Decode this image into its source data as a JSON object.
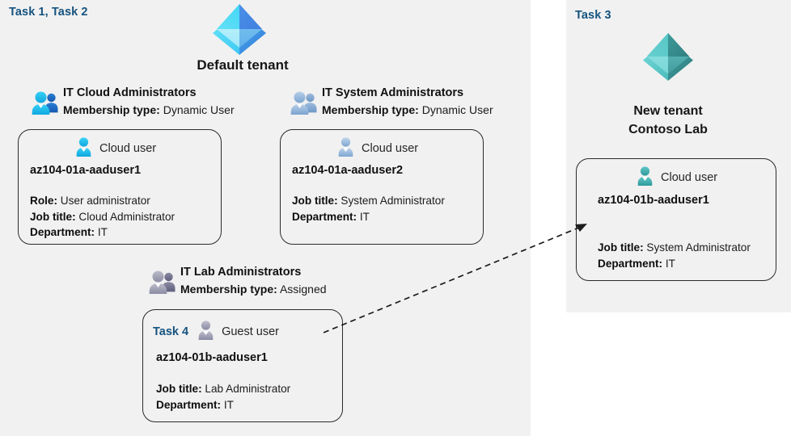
{
  "panels": {
    "left": {
      "task_label": "Task 1, Task 2"
    },
    "right": {
      "task_label": "Task 3"
    }
  },
  "tenants": [
    {
      "name": "default-tenant",
      "title": "Default tenant",
      "icon": "azure-ad-tenant-icon",
      "color": "#38b6f0"
    },
    {
      "name": "new-tenant",
      "title": "New  tenant\nContoso Lab",
      "title_line1": "New  tenant",
      "title_line2": "Contoso Lab",
      "icon": "azure-ad-tenant-icon",
      "color": "#4cb8b8"
    }
  ],
  "groups": [
    {
      "id": "it-cloud-administrators",
      "name": "IT Cloud Administrators",
      "membership_label": "Membership type:",
      "membership_value": "Dynamic User",
      "icon": "group-users-icon",
      "icon_color": "#29c2f0"
    },
    {
      "id": "it-system-administrators",
      "name": "IT System Administrators",
      "membership_label": "Membership type:",
      "membership_value": "Dynamic User",
      "icon": "group-users-icon",
      "icon_color": "#9bbbdd"
    },
    {
      "id": "it-lab-administrators",
      "name": "IT Lab Administrators",
      "membership_label": "Membership type:",
      "membership_value": "Assigned",
      "icon": "group-users-icon",
      "icon_color": "#9a9aae"
    }
  ],
  "users": [
    {
      "id": "az104-01a-aaduser1",
      "task_tag": "",
      "kind": "Cloud user",
      "icon": "cloud-user-icon",
      "icon_color": "#29c2f0",
      "username": "az104-01a-aaduser1",
      "attrs": [
        {
          "label": "Role:",
          "value": "User administrator"
        },
        {
          "label": "Job title:",
          "value": "Cloud Administrator"
        },
        {
          "label": "Department:",
          "value": "IT"
        }
      ]
    },
    {
      "id": "az104-01a-aaduser2",
      "task_tag": "",
      "kind": "Cloud user",
      "icon": "cloud-user-icon",
      "icon_color": "#9bbbdd",
      "username": "az104-01a-aaduser2",
      "attrs": [
        {
          "label": "Job title:",
          "value": "System Administrator"
        },
        {
          "label": "Department:",
          "value": "IT"
        }
      ]
    },
    {
      "id": "az104-01b-aaduser1-guest",
      "task_tag": "Task 4",
      "kind": "Guest user",
      "icon": "guest-user-icon",
      "icon_color": "#9a9aae",
      "username": "az104-01b-aaduser1",
      "attrs": [
        {
          "label": "Job title:",
          "value": "Lab Administrator"
        },
        {
          "label": "Department:",
          "value": "IT"
        }
      ]
    },
    {
      "id": "az104-01b-aaduser1-cloud",
      "task_tag": "",
      "kind": "Cloud user",
      "icon": "cloud-user-icon",
      "icon_color": "#4cb8b8",
      "username": "az104-01b-aaduser1",
      "attrs": [
        {
          "label": "Job title:",
          "value": "System Administrator"
        },
        {
          "label": "Department:",
          "value": "IT"
        }
      ]
    }
  ],
  "connector": {
    "name": "guest-to-cloud-user-arrow",
    "style": "dashed",
    "color": "#1d1d1d"
  },
  "colors": {
    "panel_bg": "#f1f1f1",
    "page_bg": "#ffffff",
    "task_accent": "#15537f",
    "card_border": "#2b2b2b"
  }
}
